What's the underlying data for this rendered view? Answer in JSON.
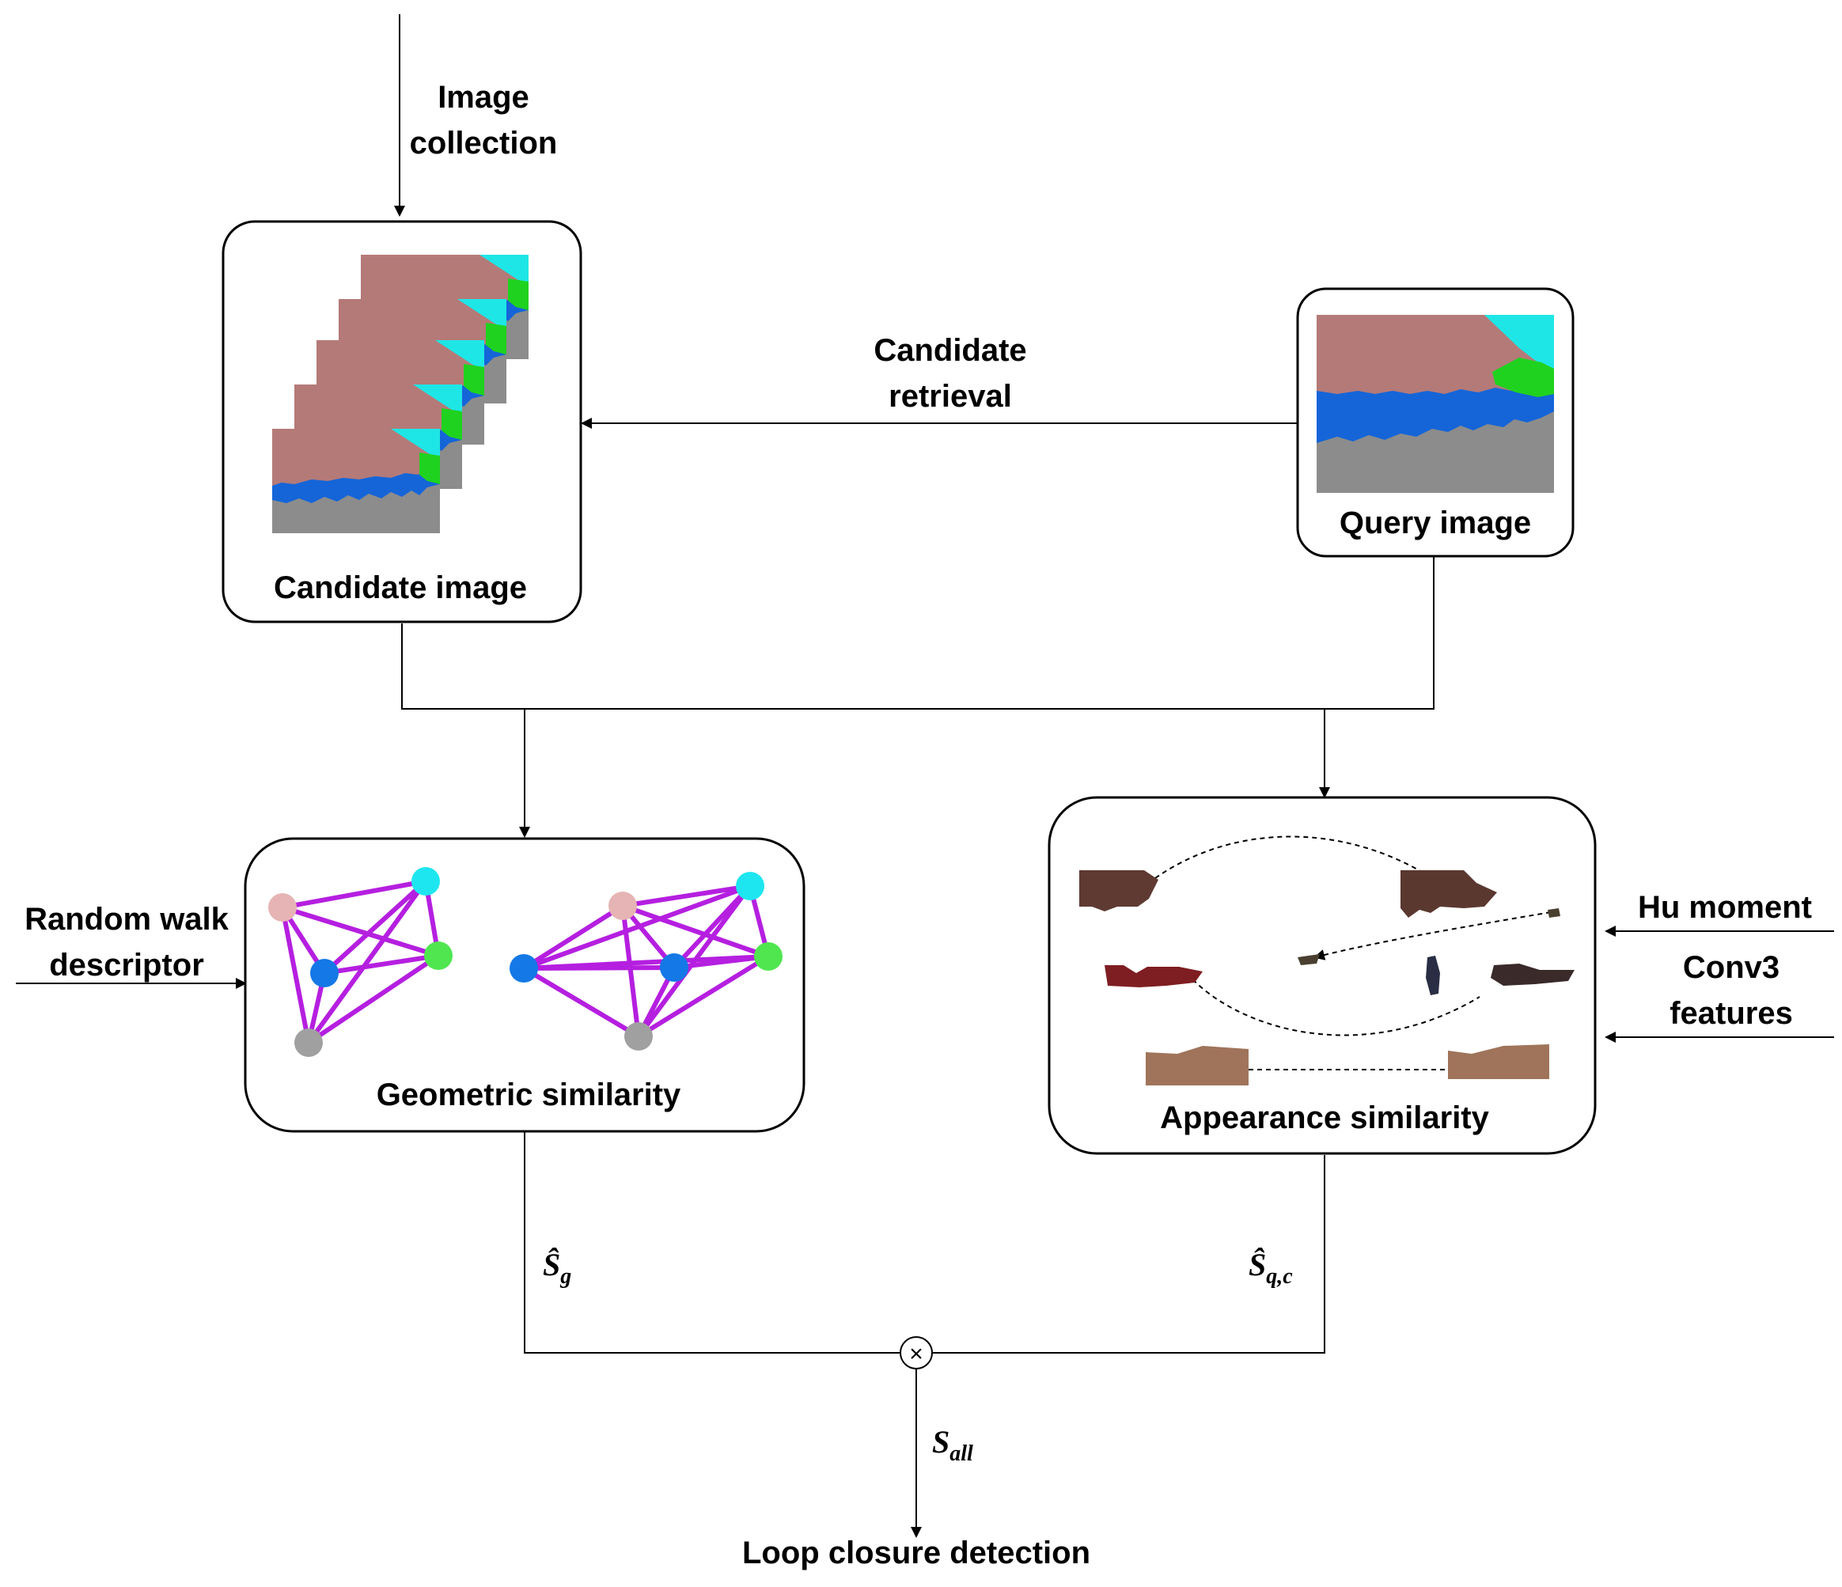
{
  "labels": {
    "image_collection_line1": "Image",
    "image_collection_line2": "collection",
    "candidate_retrieval_line1": "Candidate",
    "candidate_retrieval_line2": "retrieval",
    "candidate_image": "Candidate image",
    "query_image": "Query image",
    "random_walk_line1": "Random walk",
    "random_walk_line2": "descriptor",
    "geometric_similarity": "Geometric similarity",
    "appearance_similarity": "Appearance similarity",
    "hu_moment": "Hu moment",
    "conv3_line1": "Conv3",
    "conv3_line2": "features",
    "loop_closure_detection": "Loop closure detection",
    "multiply_symbol": "×"
  },
  "math": {
    "s_g_main": "Ŝ",
    "s_g_sub": "g",
    "s_qc_main": "Ŝ",
    "s_qc_sub": "q,c",
    "s_all_main": "S",
    "s_all_sub": "all"
  },
  "colors": {
    "segment_building": "#b47a78",
    "segment_sky": "#1ee6e6",
    "segment_vegetation": "#1fd21f",
    "segment_car": "#1565d8",
    "segment_road": "#8c8c8c",
    "graph_edge": "#b51fe0",
    "node_pink": "#e6b4b4",
    "node_cyan": "#1ee6f0",
    "node_green": "#50e650",
    "node_blue": "#1478e6",
    "node_gray": "#a0a0a0"
  }
}
